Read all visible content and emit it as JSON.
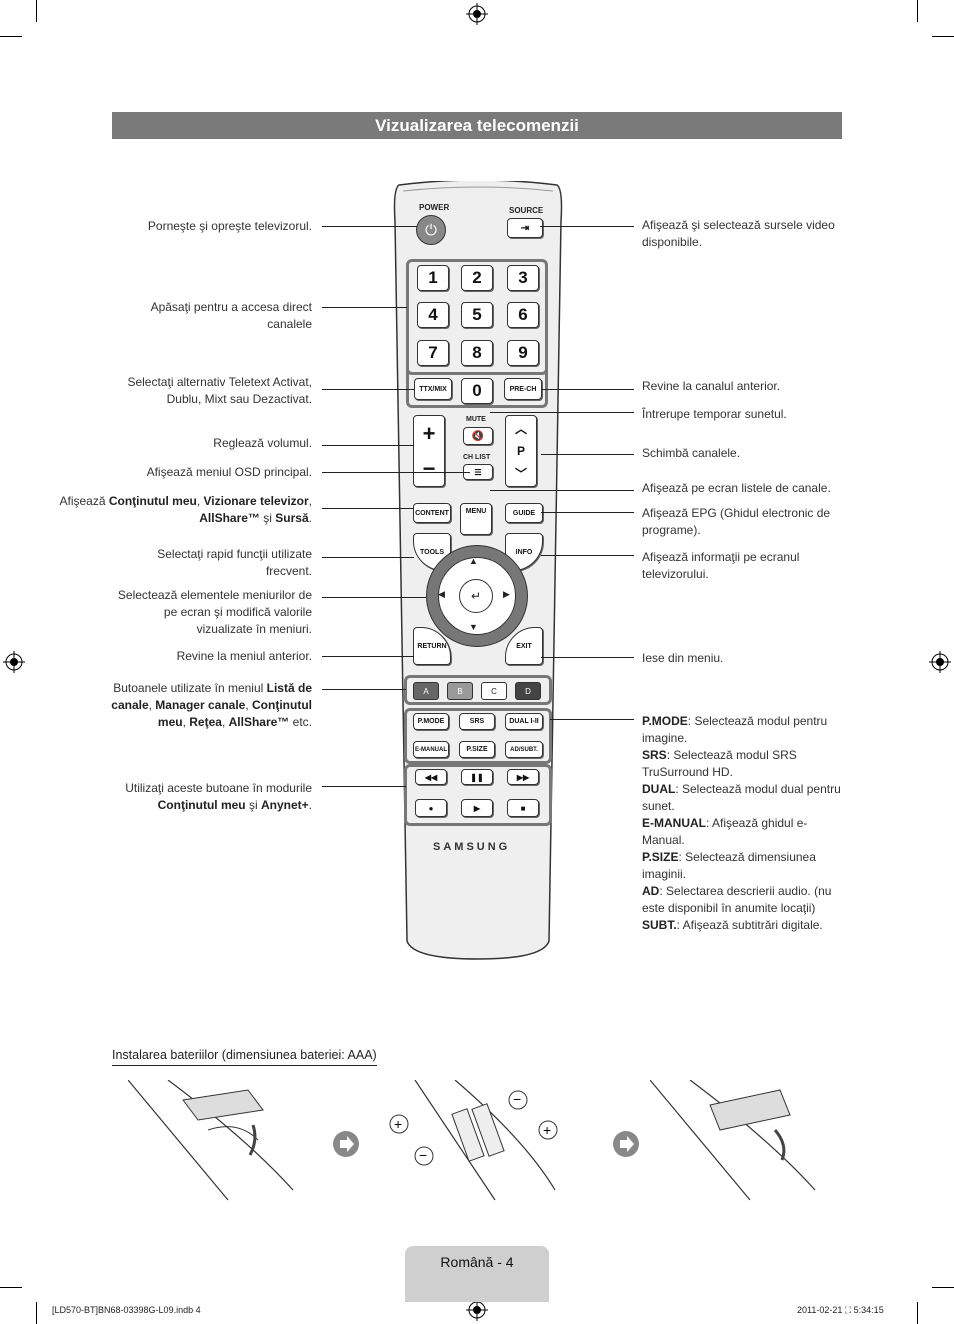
{
  "title": "Vizualizarea telecomenzii",
  "remote": {
    "power": "POWER",
    "source": "SOURCE",
    "digits": [
      "1",
      "2",
      "3",
      "4",
      "5",
      "6",
      "7",
      "8",
      "9",
      "0"
    ],
    "ttx": "TTX/MIX",
    "prech": "PRE-CH",
    "mute": "MUTE",
    "chlist": "CH LIST",
    "p": "P",
    "content": "CONTENT",
    "menu": "MENU",
    "guide": "GUIDE",
    "tools": "TOOLS",
    "info": "INFO",
    "return": "RETURN",
    "exit": "EXIT",
    "colors": [
      "A",
      "B",
      "C",
      "D"
    ],
    "pmode": "P.MODE",
    "srs": "SRS",
    "dual": "DUAL I-II",
    "emanual": "E-MANUAL",
    "psize": "P.SIZE",
    "adsubt": "AD/SUBT.",
    "brand": "SAMSUNG"
  },
  "left": {
    "power": "Porneşte şi opreşte televizorul.",
    "digits": "Apăsaţi pentru a accesa direct canalele",
    "ttx": "Selectaţi alternativ Teletext Activat, Dublu, Mixt sau Dezactivat.",
    "volume": "Reglează volumul.",
    "menu": "Afişează meniul OSD principal.",
    "content_pre": "Afişează ",
    "content_b1": "Conţinutul meu",
    "content_s1": ", ",
    "content_b2": "Vizionare televizor",
    "content_s2": ", ",
    "content_b3": "AllShare™",
    "content_s3": " şi ",
    "content_b4": "Sursă",
    "content_end": ".",
    "tools": "Selectaţi rapid funcţii utilizate frecvent.",
    "nav": "Selectează elementele meniurilor de pe ecran şi modifică valorile vizualizate în meniuri.",
    "return": "Revine la meniul anterior.",
    "colors_pre": "Butoanele utilizate în meniul ",
    "colors_b1": "Listă de canale",
    "colors_s1": ", ",
    "colors_b2": "Manager canale",
    "colors_s2": ", ",
    "colors_b3": "Conţinutul meu",
    "colors_s3": ", ",
    "colors_b4": "Reţea",
    "colors_s4": ", ",
    "colors_b5": "AllShare™",
    "colors_end": " etc.",
    "media_pre": "Utilizaţi aceste butoane în modurile ",
    "media_b1": "Conţinutul meu",
    "media_s1": " şi ",
    "media_b2": "Anynet+",
    "media_end": "."
  },
  "right": {
    "source": "Afişează şi selectează sursele video disponibile.",
    "prech": "Revine la canalul anterior.",
    "mute": "Întrerupe temporar sunetul.",
    "channel": "Schimbă canalele.",
    "chlist": "Afişează pe ecran listele de canale.",
    "guide": "Afişează EPG (Ghidul electronic de programe).",
    "info": "Afişează informaţii pe ecranul televizorului.",
    "exit": "Iese din meniu.",
    "pmode_b": "P.MODE",
    "pmode": ": Selectează modul pentru imagine.",
    "srs_b": "SRS",
    "srs": ": Selectează modul SRS TruSurround HD.",
    "dual_b": "DUAL",
    "dual": ": Selectează modul dual pentru sunet.",
    "emanual_b": "E-MANUAL",
    "emanual": ": Afişează ghidul e-Manual.",
    "psize_b": "P.SIZE",
    "psize": ": Selectează dimensiunea imaginii.",
    "ad_b": "AD",
    "ad": ": Selectarea descrierii audio. (nu este disponibil în anumite locaţii)",
    "subt_b": "SUBT.",
    "subt": ": Afişează subtitrări digitale."
  },
  "battery_label": "Instalarea bateriilor (dimensiunea bateriei: AAA)",
  "footer": {
    "page": "Română - 4",
    "file": "[LD570-BT]BN68-03398G-L09.indb   4",
    "date": "2011-02-21   ⛶ 5:34:15"
  }
}
